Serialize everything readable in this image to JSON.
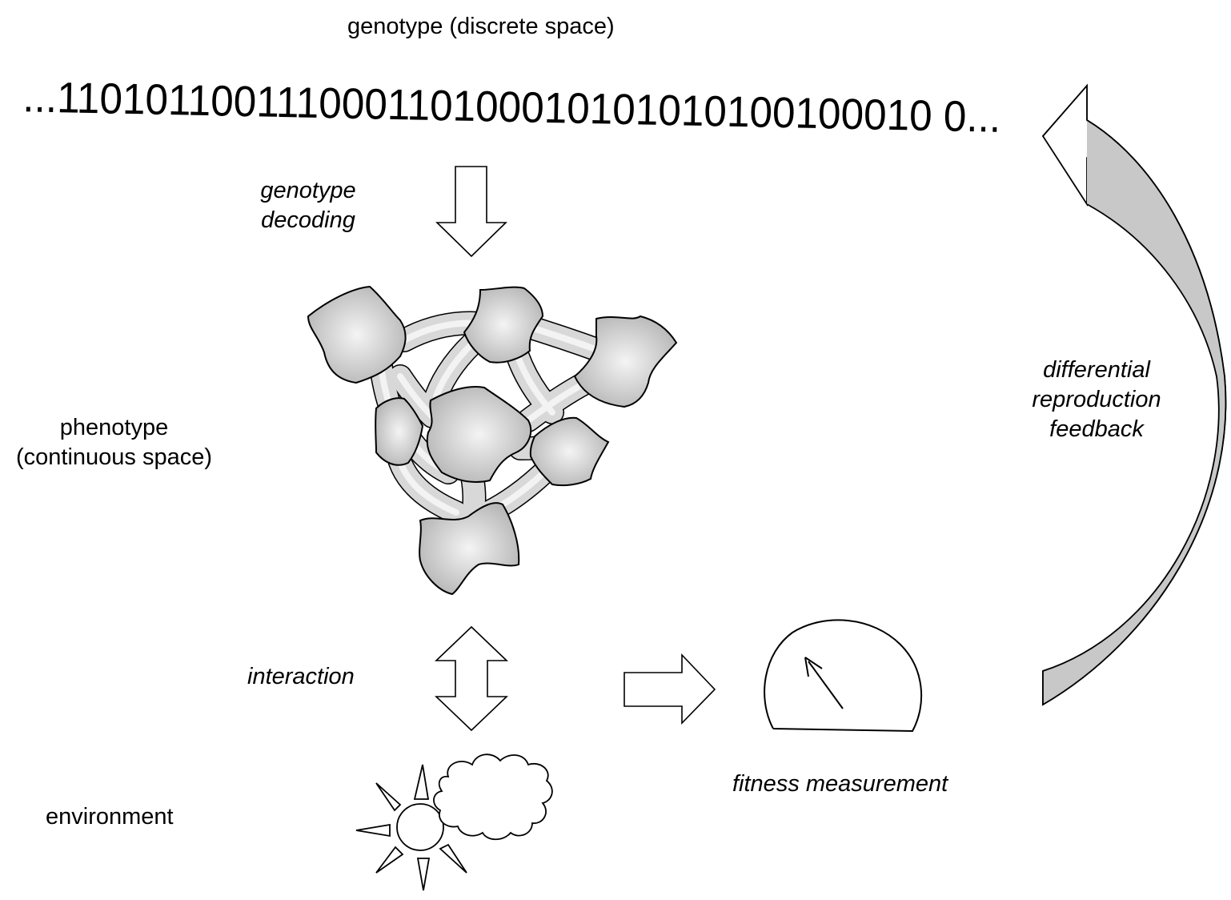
{
  "labels": {
    "genotype_title": "genotype (discrete space)",
    "genotype_bits": "...110101100111000110100010101010100100010 0...",
    "genotype_decoding_1": "genotype",
    "genotype_decoding_2": "decoding",
    "phenotype_1": "phenotype",
    "phenotype_2": "(continuous space)",
    "interaction": "interaction",
    "environment": "environment",
    "fitness_measurement": "fitness measurement",
    "feedback_1": "differential",
    "feedback_2": "reproduction",
    "feedback_3": "feedback"
  },
  "icons": {
    "phenotype": "blob-network-icon",
    "environment": "sun-cloud-icon",
    "fitness": "gauge-meter-icon"
  },
  "colors": {
    "blob_fill_center": "#f4f4f4",
    "blob_fill_edge": "#b4b4b4",
    "feedback_arrow_fill": "#c8c8c8",
    "stroke": "#000000"
  }
}
